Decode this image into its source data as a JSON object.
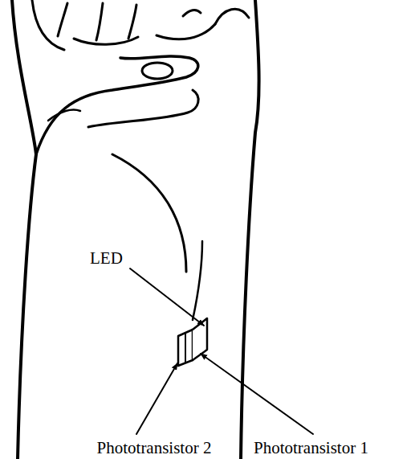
{
  "diagram": {
    "labels": [
      "LED",
      "Phototransistor 2",
      "Phototransistor 1"
    ]
  }
}
